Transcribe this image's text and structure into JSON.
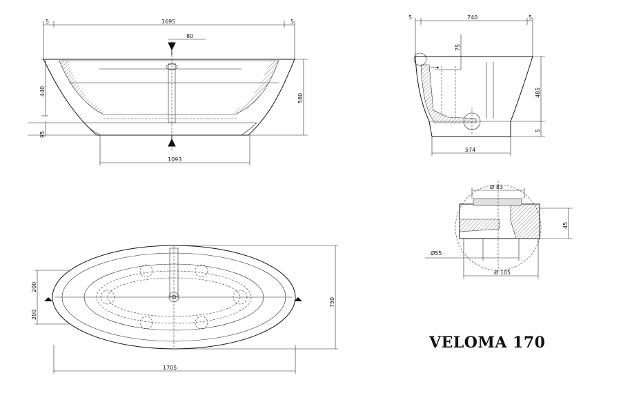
{
  "title": "VELOMA 170",
  "side_view": {
    "overall_width": "1695",
    "edge_left": "5",
    "edge_right": "5",
    "drain_width": "80",
    "depth": "440",
    "height": "580",
    "base_height": "95",
    "base_width": "1093"
  },
  "end_view": {
    "width": "740",
    "edge_left": "5",
    "edge_right": "5",
    "rim": "75",
    "height": "485",
    "base_height": "5",
    "base_width": "574"
  },
  "drain_detail": {
    "outer_dia": "Ø 83",
    "height": "45",
    "inner_dia": "Ø55",
    "base_dia": "Ø 105"
  },
  "plan_view": {
    "offset_top": "200",
    "offset_bottom": "200",
    "width": "750",
    "length": "1705"
  }
}
